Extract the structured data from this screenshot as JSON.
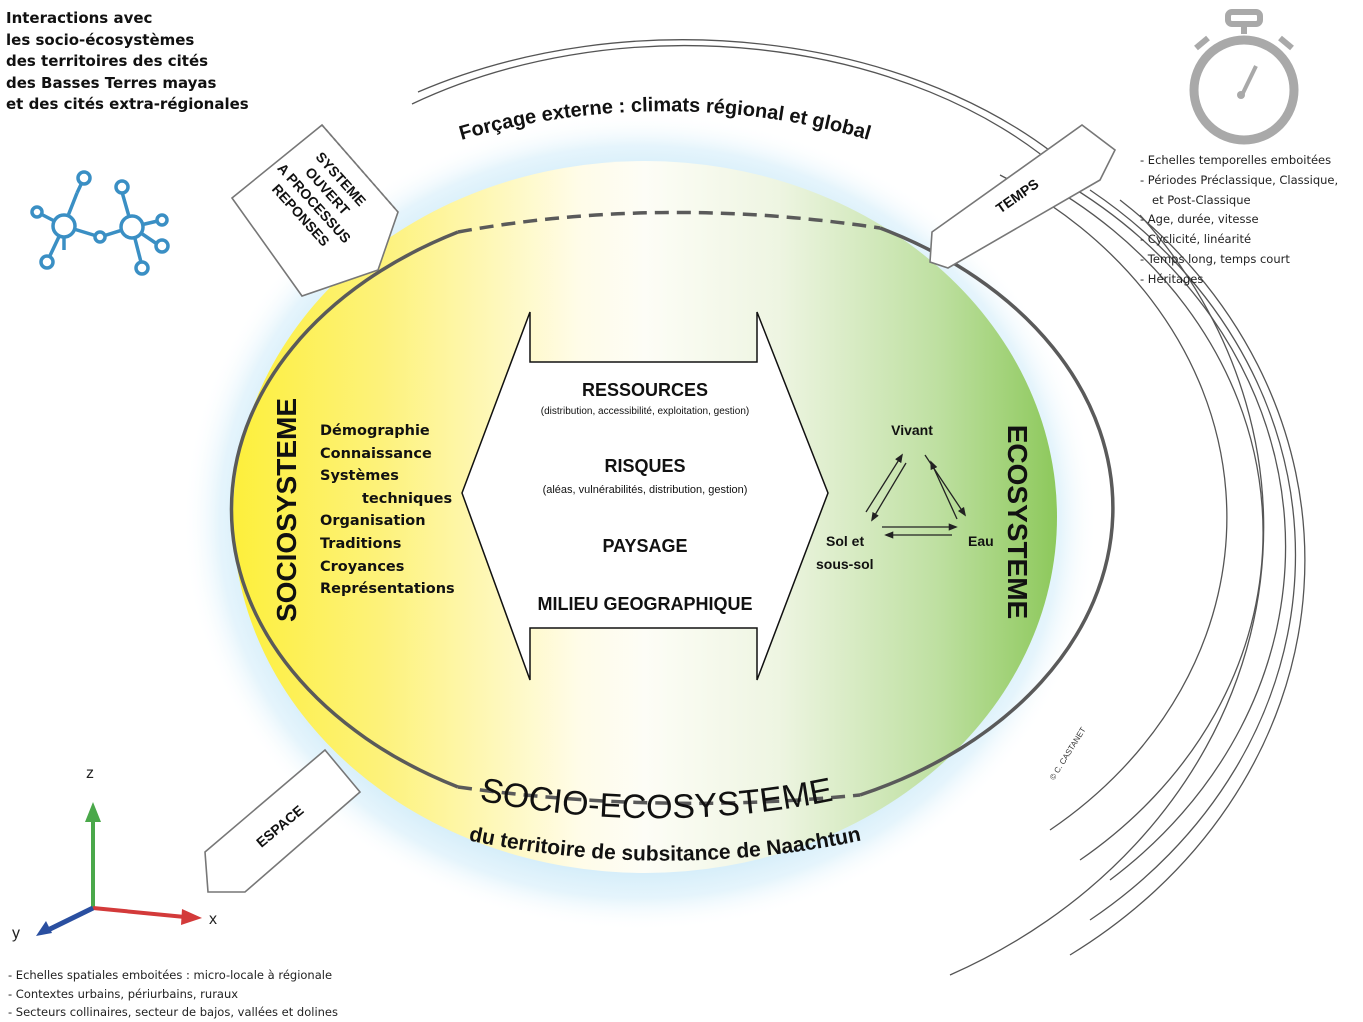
{
  "intro_title_lines": [
    "Interactions avec",
    "les socio-écosystèmes",
    "des territoires des cités",
    "des Basses Terres mayas",
    "et des cités extra-régionales"
  ],
  "external_forcing": "Forçage externe : climats régional et global",
  "system_tag_lines": [
    "SYSTEME",
    "OUVERT",
    "A PROCESSUS",
    "REPONSES"
  ],
  "time_tag": "TEMPS",
  "space_tag": "ESPACE",
  "time_items": [
    "- Echelles temporelles emboitées",
    "- Périodes Préclassique, Classique,",
    "   et Post-Classique",
    "- Age, durée, vitesse",
    "- Cyclicité, linéarité",
    "- Temps long, temps court",
    "- Héritages"
  ],
  "space_items": [
    "- Echelles spatiales emboitées : micro-locale à régionale",
    "- Contextes urbains, périurbains, ruraux",
    "- Secteurs collinaires, secteur de bajos, vallées et dolines"
  ],
  "sociosystem_label": "SOCIOSYSTEME",
  "ecosystem_label": "ECOSYSTEME",
  "socio_items": [
    "Démographie",
    "Connaissance",
    "Systèmes",
    "techniques",
    "Organisation",
    "Traditions",
    "Croyances",
    "Représentations"
  ],
  "center": {
    "resources": "RESSOURCES",
    "resources_detail": "(distribution, accessibilité, exploitation, gestion)",
    "risks": "RISQUES",
    "risks_detail": "(aléas, vulnérabilités, distribution, gestion)",
    "landscape": "PAYSAGE",
    "milieu": "MILIEU GEOGRAPHIQUE"
  },
  "eco_nodes": {
    "living": "Vivant",
    "soil_line1": "Sol et",
    "soil_line2": "sous-sol",
    "water": "Eau"
  },
  "main_title": "SOCIO-ECOSYSTEME",
  "main_subtitle": "du territoire de subsitance de Naachtun",
  "axes": {
    "z": "z",
    "x": "x",
    "y": "y"
  },
  "copyright": "© C. CASTANET",
  "colors": {
    "network_blue": "#3a8fc4",
    "yellow": "#fdef3a",
    "green": "#8cc85a",
    "halo": "#bfe4f7",
    "outline": "#5a5a5a",
    "axis_green": "#4aa84a",
    "axis_red": "#d33a3a",
    "axis_blue": "#2a4fa0"
  }
}
